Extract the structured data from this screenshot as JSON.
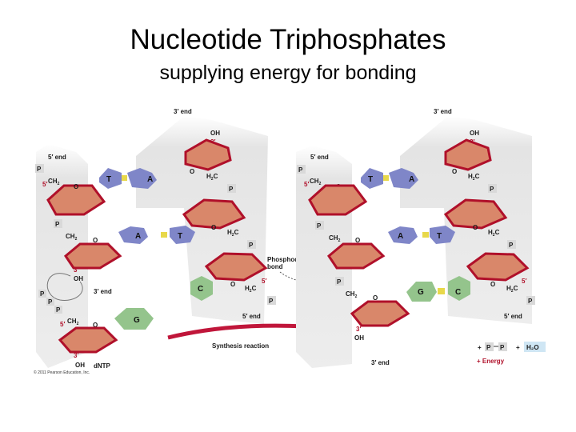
{
  "slide": {
    "title": "Nucleotide Triphosphates",
    "subtitle": "supplying energy for bonding"
  },
  "diagram": {
    "labels": {
      "three_prime_end": "3′ end",
      "five_prime_end": "5′ end",
      "oh": "OH",
      "three_prime": "3′",
      "five_prime": "5′",
      "phosphate": "P",
      "ch2": "CH",
      "h2c": "H",
      "sub2": "2",
      "o": "O",
      "c": "C",
      "dntp": "dNTP",
      "phosphodiester_bond": "Phosphodiester\nbond",
      "synthesis_reaction": "Synthesis reaction",
      "energy": "+ Energy",
      "plus": "+",
      "h2o": "H₂O",
      "copyright": "© 2011 Pearson Education, Inc."
    },
    "bases": {
      "T": "T",
      "A": "A",
      "C": "C",
      "G": "G"
    },
    "colors": {
      "sugar": "#d9876a",
      "sugar_edge": "#b0102a",
      "purple_base": "#7f86c8",
      "green_base": "#94c48c",
      "backbone": "#e6e6e6",
      "arrow": "#c0163a",
      "h2o_box": "#cfe6f4",
      "p_box": "#d9d9d9"
    }
  }
}
